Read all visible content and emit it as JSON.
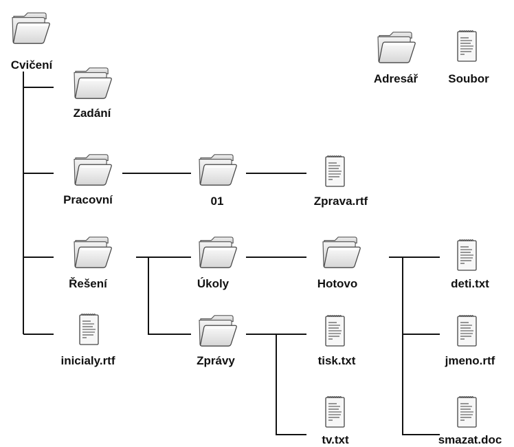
{
  "legend": {
    "folder_label": "Adresář",
    "file_label": "Soubor"
  },
  "nodes": [
    {
      "id": "cviceni",
      "kind": "folder",
      "label": "Cvičení"
    },
    {
      "id": "zadani",
      "kind": "folder",
      "label": "Zadání"
    },
    {
      "id": "pracovni",
      "kind": "folder",
      "label": "Pracovní"
    },
    {
      "id": "n01",
      "kind": "folder",
      "label": "01"
    },
    {
      "id": "zprava",
      "kind": "file",
      "label": "Zprava.rtf"
    },
    {
      "id": "reseni",
      "kind": "folder",
      "label": "Řešení"
    },
    {
      "id": "ukoly",
      "kind": "folder",
      "label": "Úkoly"
    },
    {
      "id": "hotovo",
      "kind": "folder",
      "label": "Hotovo"
    },
    {
      "id": "deti",
      "kind": "file",
      "label": "deti.txt"
    },
    {
      "id": "jmeno",
      "kind": "file",
      "label": "jmeno.rtf"
    },
    {
      "id": "smazat",
      "kind": "file",
      "label": "smazat.doc"
    },
    {
      "id": "zpravy",
      "kind": "folder",
      "label": "Zprávy"
    },
    {
      "id": "tisk",
      "kind": "file",
      "label": "tisk.txt"
    },
    {
      "id": "tv",
      "kind": "file",
      "label": "tv.txt"
    },
    {
      "id": "inicialy",
      "kind": "file",
      "label": "inicialy.rtf"
    }
  ],
  "edges": [
    [
      "cviceni",
      "zadani"
    ],
    [
      "cviceni",
      "pracovni"
    ],
    [
      "cviceni",
      "reseni"
    ],
    [
      "cviceni",
      "inicialy"
    ],
    [
      "pracovni",
      "n01"
    ],
    [
      "n01",
      "zprava"
    ],
    [
      "reseni",
      "ukoly"
    ],
    [
      "reseni",
      "zpravy"
    ],
    [
      "ukoly",
      "hotovo"
    ],
    [
      "hotovo",
      "deti"
    ],
    [
      "hotovo",
      "jmeno"
    ],
    [
      "hotovo",
      "smazat"
    ],
    [
      "zpravy",
      "tisk"
    ],
    [
      "zpravy",
      "tv"
    ]
  ]
}
